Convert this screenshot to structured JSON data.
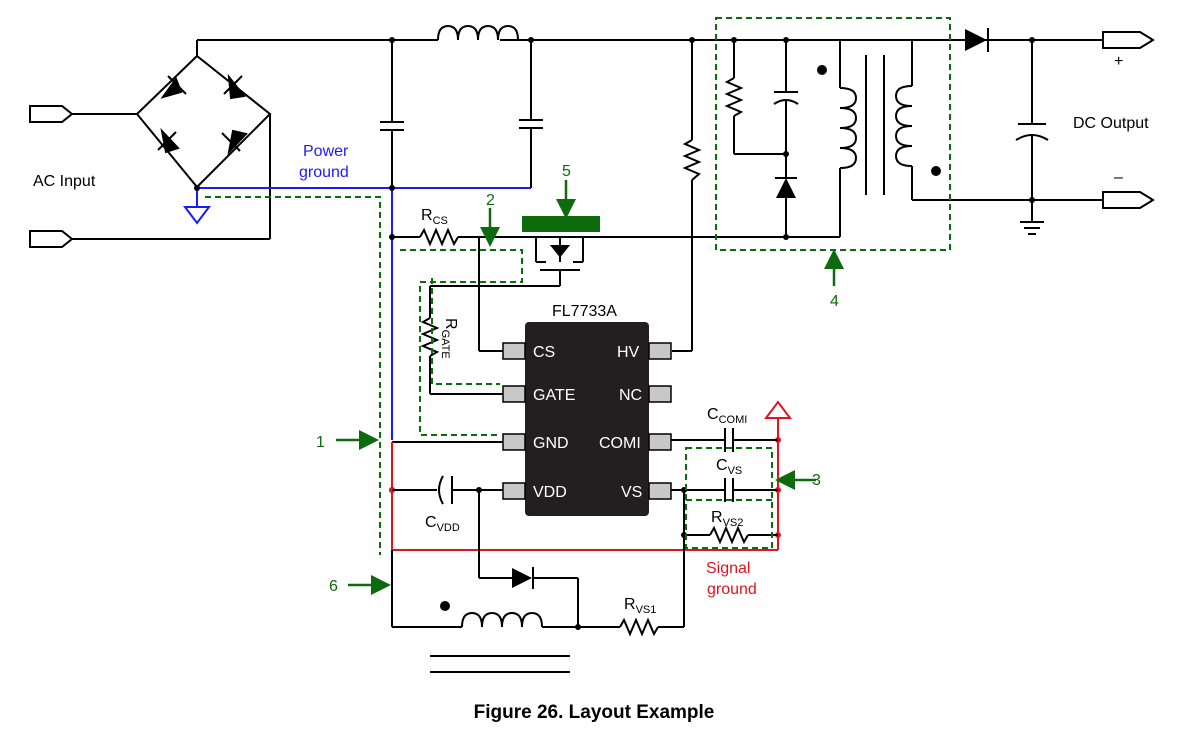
{
  "labels": {
    "ac_input": "AC Input",
    "power_ground_1": "Power",
    "power_ground_2": "ground",
    "dc_output": "DC Output",
    "plus": "+",
    "minus": "–",
    "signal_ground_1": "Signal",
    "signal_ground_2": "ground",
    "ic_name": "FL7733A"
  },
  "pins": {
    "cs": "CS",
    "gate": "GATE",
    "gnd": "GND",
    "vdd": "VDD",
    "hv": "HV",
    "nc": "NC",
    "comi": "COMI",
    "vs": "VS"
  },
  "components": {
    "rcs": {
      "main": "R",
      "sub": "CS"
    },
    "rgate": {
      "main": "R",
      "sub": "GATE"
    },
    "ccomi": {
      "main": "C",
      "sub": "COMI"
    },
    "cvs": {
      "main": "C",
      "sub": "VS"
    },
    "rvs2": {
      "main": "R",
      "sub": "VS2"
    },
    "cvdd": {
      "main": "C",
      "sub": "VDD"
    },
    "rvs1": {
      "main": "R",
      "sub": "VS1"
    }
  },
  "markers": {
    "m1": "1",
    "m2": "2",
    "m3": "3",
    "m4": "4",
    "m5": "5",
    "m6": "6"
  },
  "caption": "Figure 26. Layout Example",
  "colors": {
    "power_ground": "#1a1aff",
    "signal_ground": "#e0141e",
    "markers": "#0d6b0d",
    "ic_body": "#231f20"
  }
}
